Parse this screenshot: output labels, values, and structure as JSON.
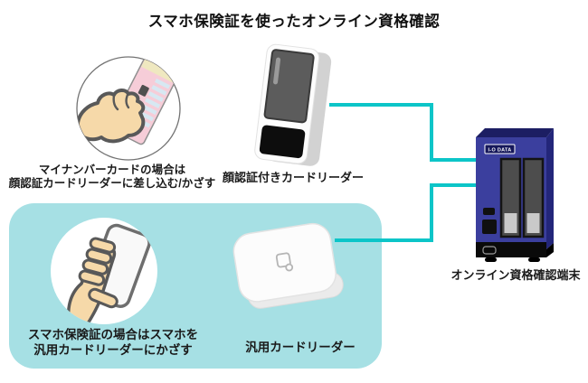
{
  "title": "スマホ保険証を使ったオンライン資格確認",
  "colors": {
    "connector": "#0cc5c8",
    "section_background": "#a6e0e4",
    "terminal_body": "#3b3f9e",
    "hand_skin": "#f6d9a9",
    "outline": "#595959"
  },
  "mynumber_flow": {
    "icon": "hand-holding-mynumber-card",
    "caption_line1": "マイナンバーカードの場合は",
    "caption_line2": "顔認証カードリーダーに差し込む/かざす"
  },
  "face_reader": {
    "icon": "face-recognition-card-reader",
    "label": "顔認証付きカードリーダー"
  },
  "smartphone_flow": {
    "icon": "hand-holding-smartphone",
    "caption_line1": "スマホ保険証の場合はスマホを",
    "caption_line2": "汎用カードリーダーにかざす"
  },
  "generic_reader": {
    "icon": "generic-card-reader",
    "label": "汎用カードリーダー"
  },
  "terminal": {
    "icon": "online-verification-terminal",
    "label": "オンライン資格確認端末",
    "brand": "I-O DATA"
  }
}
